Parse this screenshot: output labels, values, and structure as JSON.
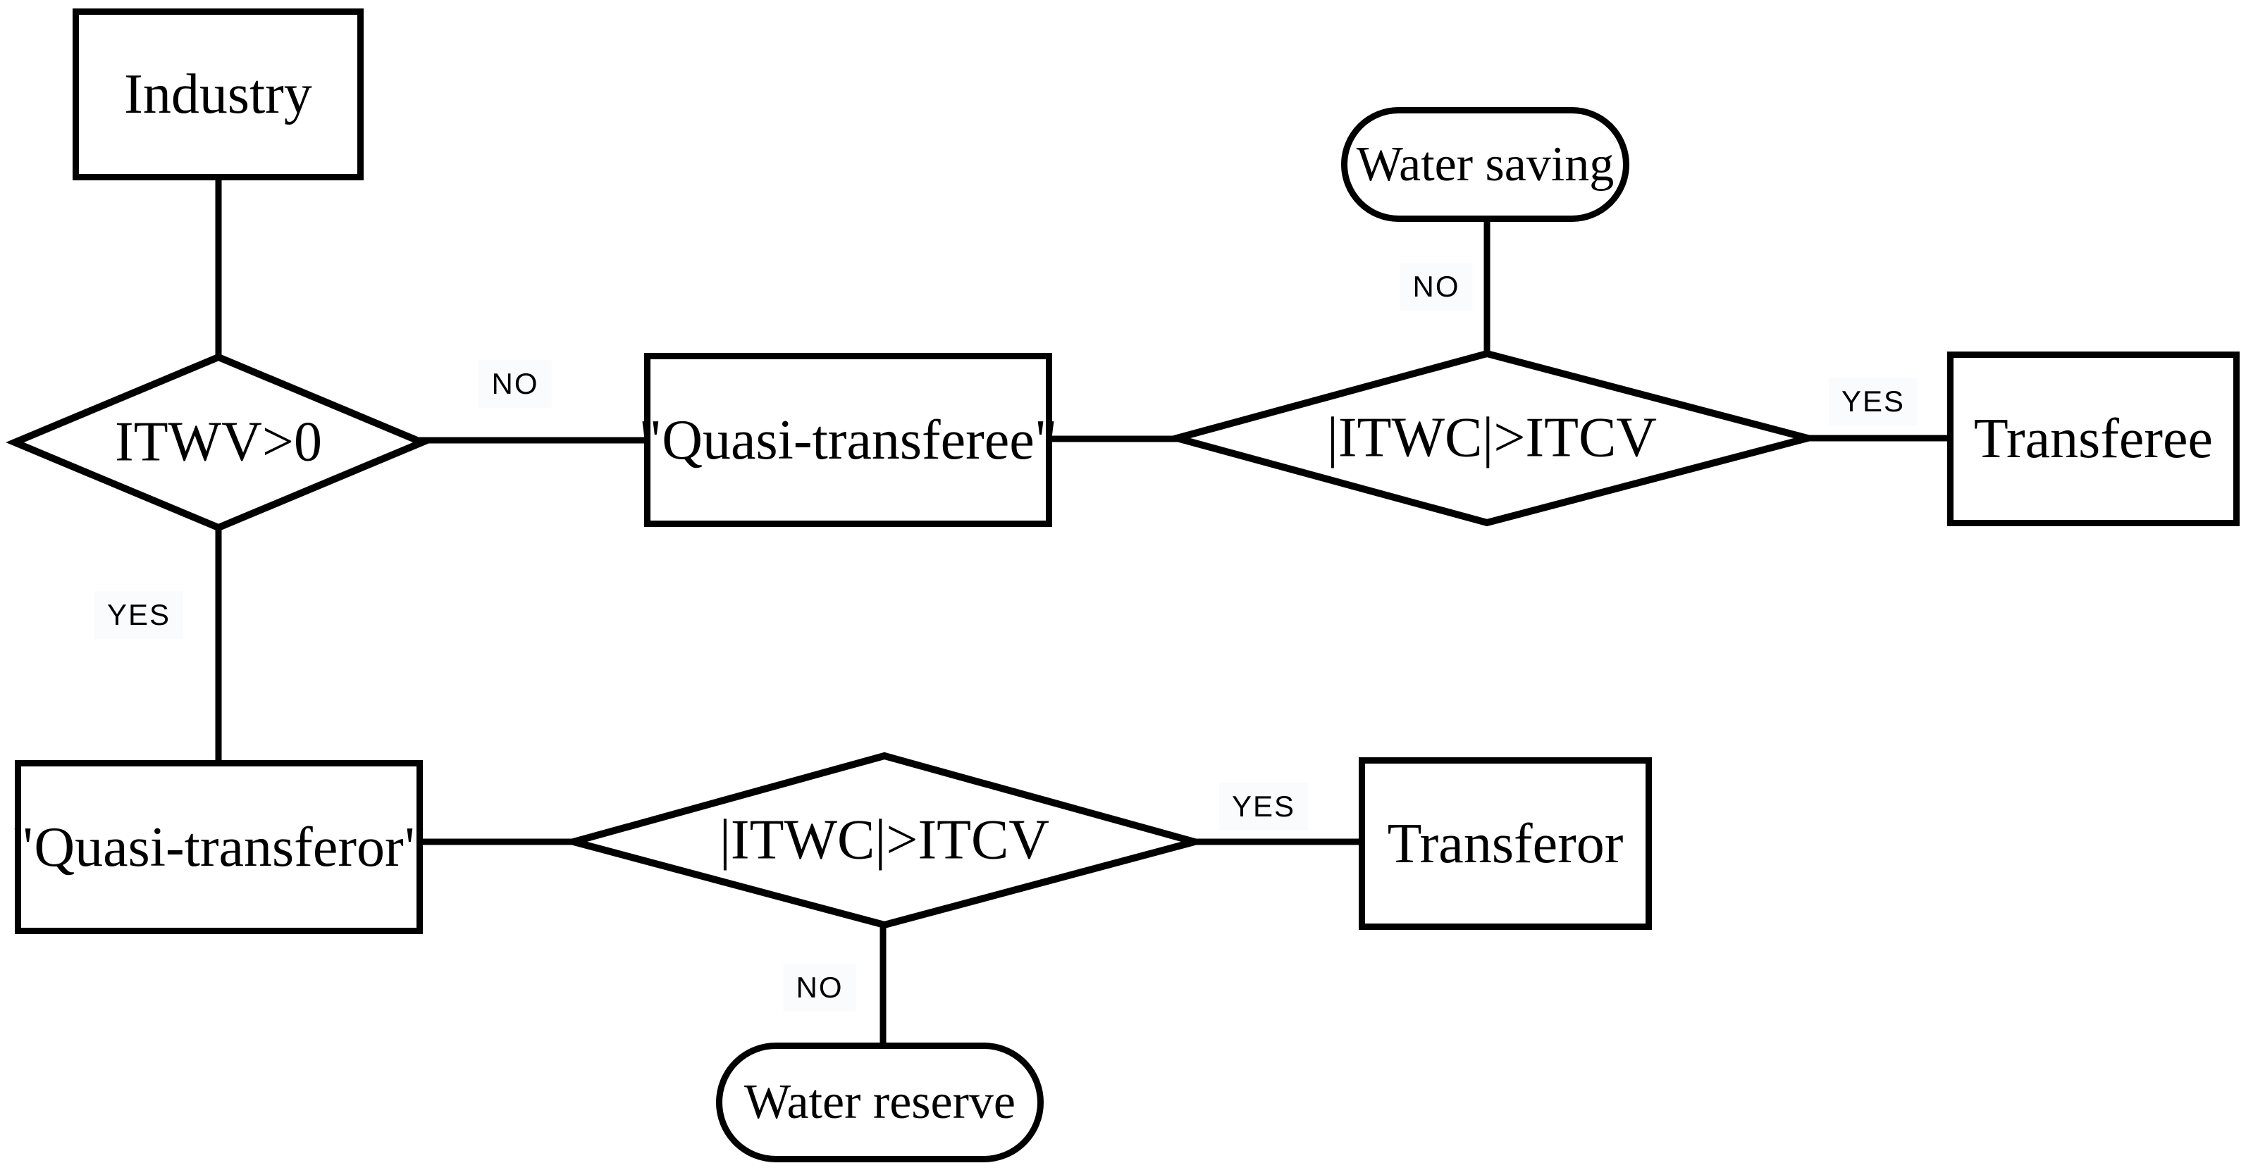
{
  "diagram": {
    "background_color": "#ffffff",
    "stroke_color": "#000000",
    "nodes": {
      "industry": {
        "label": "Industry",
        "shape": "rectangle"
      },
      "itwv_decision": {
        "label": "ITWV>0",
        "shape": "diamond"
      },
      "quasi_transferee": {
        "label": "\"Quasi-transferee\"",
        "shape": "rectangle"
      },
      "itwc_decision_upper": {
        "label": "|ITWC|>ITCV",
        "shape": "diamond"
      },
      "water_saving": {
        "label": "Water saving",
        "shape": "terminator"
      },
      "transferee": {
        "label": "Transferee",
        "shape": "rectangle"
      },
      "quasi_transferor": {
        "label": "\"Quasi-transferor\"",
        "shape": "rectangle"
      },
      "itwc_decision_lower": {
        "label": "|ITWC|>ITCV",
        "shape": "diamond"
      },
      "transferor": {
        "label": "Transferor",
        "shape": "rectangle"
      },
      "water_reserve": {
        "label": "Water reserve",
        "shape": "terminator"
      }
    },
    "edge_labels": {
      "itwv_no": "NO",
      "itwv_yes": "YES",
      "itwc_upper_no": "NO",
      "itwc_upper_yes": "YES",
      "itwc_lower_yes": "YES",
      "itwc_lower_no": "NO"
    }
  }
}
